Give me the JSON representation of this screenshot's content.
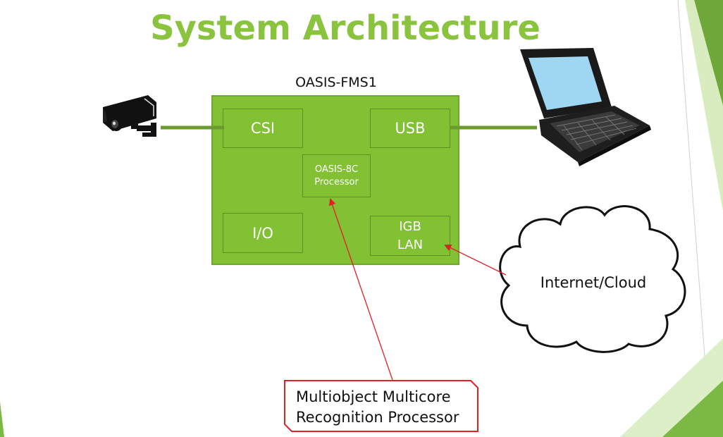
{
  "title": "System Architecture",
  "board": {
    "label": "OASIS-FMS1",
    "blocks": {
      "csi": "CSI",
      "usb": "USB",
      "io": "I/O",
      "lan": "IGB\nLAN",
      "processor": "OASIS-8C\nProcessor"
    }
  },
  "cloud": {
    "label": "Internet/Cloud"
  },
  "callout": {
    "text": "Multiobject Multicore\nRecognition Processor"
  },
  "icons": [
    "security-camera-icon",
    "laptop-icon",
    "cloud-icon"
  ],
  "colors": {
    "accent": "#8ac43e",
    "board": "#82c034",
    "arrow": "#e31e24",
    "line": "#6a9a30"
  }
}
